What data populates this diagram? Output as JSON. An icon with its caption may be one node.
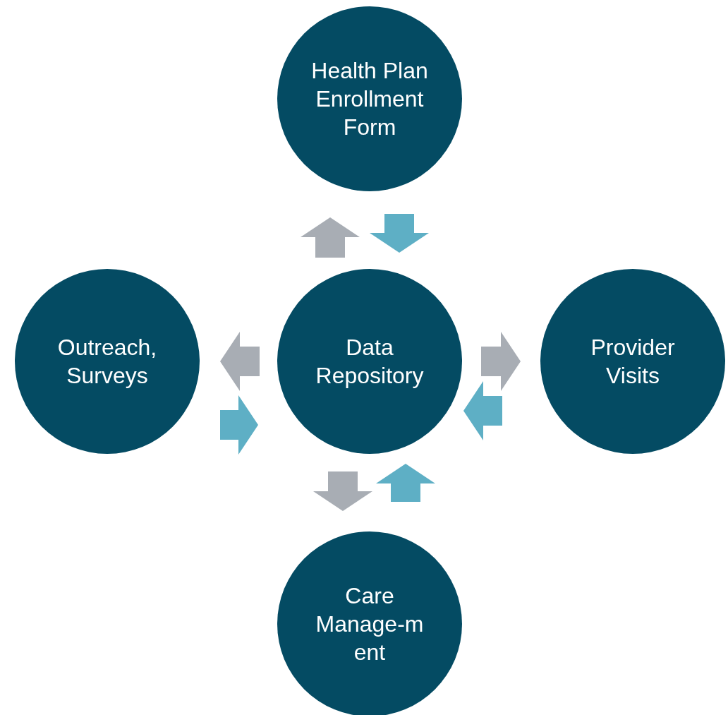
{
  "diagram": {
    "nodes": [
      {
        "text": [
          "Health Plan Enrollment Form"
        ]
      },
      {
        "text": [
          "Outreach, Surveys"
        ]
      },
      {
        "text": [
          "Data Repository"
        ]
      },
      {
        "text": [
          "Provider Visits"
        ]
      },
      {
        "text": [
          "Care Manage-m ent"
        ]
      }
    ],
    "edges": [
      {
        "from": 2,
        "to": 0,
        "arrow": "to",
        "color": "#a8adb4"
      },
      {
        "from": 0,
        "to": 2,
        "arrow": "to",
        "color": "#5eafc5"
      },
      {
        "from": 2,
        "to": 1,
        "arrow": "to",
        "color": "#a8adb4"
      },
      {
        "from": 1,
        "to": 2,
        "arrow": "to",
        "color": "#5eafc5"
      },
      {
        "from": 2,
        "to": 3,
        "arrow": "to",
        "color": "#a8adb4"
      },
      {
        "from": 3,
        "to": 2,
        "arrow": "to",
        "color": "#5eafc5"
      },
      {
        "from": 2,
        "to": 4,
        "arrow": "to",
        "color": "#a8adb4"
      },
      {
        "from": 4,
        "to": 2,
        "arrow": "to",
        "color": "#5eafc5"
      }
    ]
  }
}
